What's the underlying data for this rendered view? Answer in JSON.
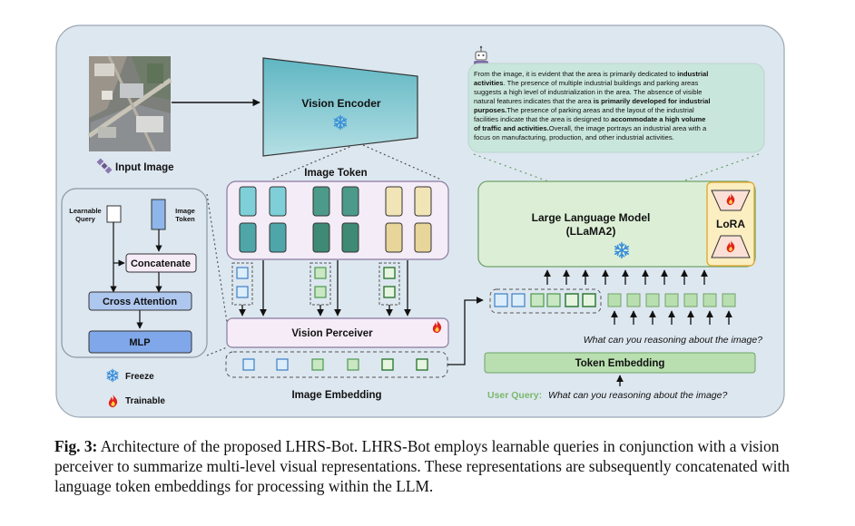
{
  "colors": {
    "panel_bg": "#dde7f0",
    "frozen": "#3a8fd9",
    "trainable": "#e2231a",
    "llm_fill": "#dcefd6",
    "lora_fill": "#fbeec0",
    "token_embed_fill": "#b9dfb0",
    "perceiver_fill": "#f6ecf8",
    "encoder_fill": "#7cc4cc",
    "response_bubble": "#c9e6dc"
  },
  "icons": {
    "input_image": "satellite-icon",
    "bot": "robot-icon",
    "freeze": "snowflake-icon",
    "trainable": "flame-icon"
  },
  "diagram": {
    "input_image_label": "Input Image",
    "vision_encoder_label": "Vision Encoder",
    "image_token_label": "Image Token",
    "vision_perceiver_label": "Vision Perceiver",
    "image_embedding_label": "Image Embedding",
    "llm_label_line1": "Large Language Model",
    "llm_label_line2": "(LLaMA2)",
    "lora_label": "LoRA",
    "token_embedding_label": "Token Embedding",
    "query_text": "What can you reasoning about the image?",
    "user_query_prefix": "User Query:",
    "user_query_text": "What can you reasoning about the image?",
    "learnable_query_label_1": "Learnable",
    "learnable_query_label_2": "Query",
    "image_token_small_1": "Image",
    "image_token_small_2": "Token",
    "concatenate_label": "Concatenate",
    "cross_attention_label": "Cross Attention",
    "mlp_label": "MLP",
    "freeze_label": "Freeze",
    "trainable_label": "Trainable",
    "response": {
      "line1a": "From the image, it is evident that the area is primarily dedicated to ",
      "line1b": "industrial",
      "line2a": "activities",
      "line2b": ". The presence of multiple industrial buildings and parking areas",
      "line3": "suggests a high level of industrialization in the area. The absence of visible",
      "line4a": "natural features indicates that the area ",
      "line4b": "is primarily developed for industrial",
      "line5a": "purposes.",
      "line5b": "The presence of parking areas and the layout of the industrial",
      "line6a": "facilities indicate that the area is designed to ",
      "line6b": "accommodate a high volume",
      "line7a": "of traffic and activities.",
      "line7b": "Overall, the image portrays an industrial area with a",
      "line8": "focus on manufacturing, production, and other industrial activities."
    }
  },
  "caption": {
    "label": "Fig. 3:",
    "text": "Architecture of the proposed LHRS-Bot. LHRS-Bot employs learnable queries in conjunction with a vision perceiver to summarize multi-level visual representations. These representations are subsequently concatenated with language token embeddings for processing within the LLM."
  }
}
